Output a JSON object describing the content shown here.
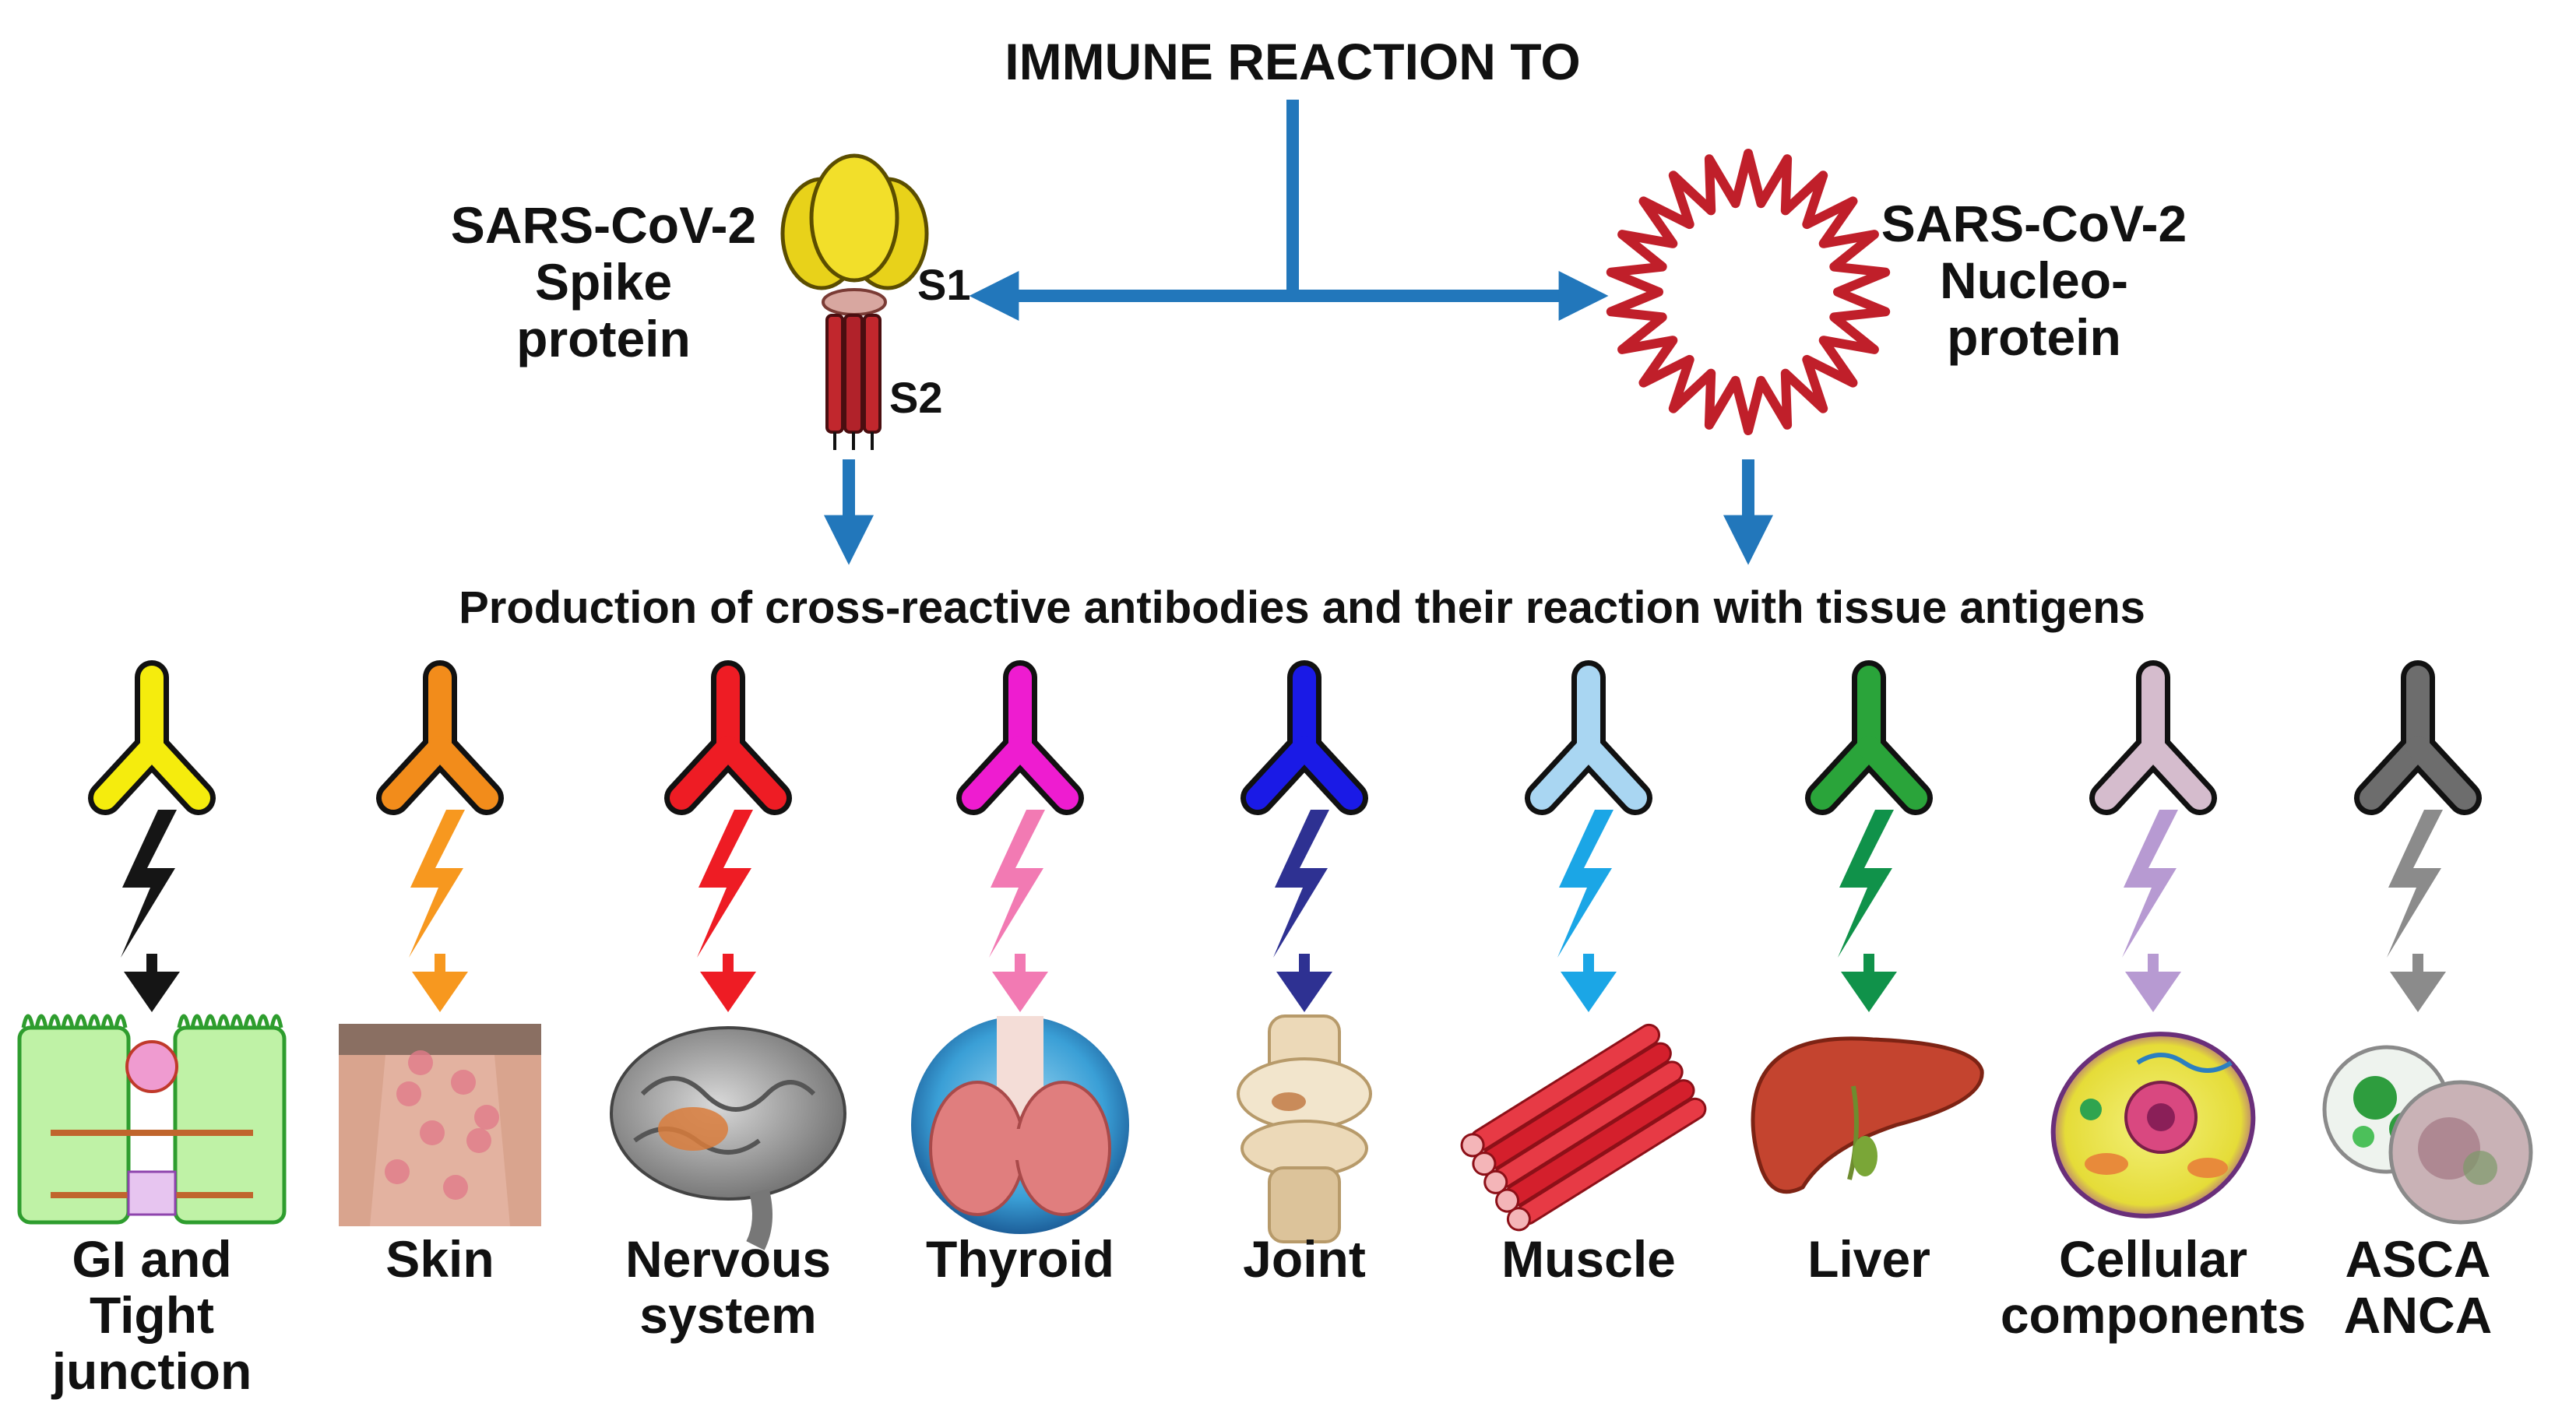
{
  "header": {
    "title": "IMMUNE REACTION TO"
  },
  "spike": {
    "name_lines": [
      "SARS-CoV-2",
      "Spike",
      "protein"
    ],
    "subunit_s1": "S1",
    "subunit_s2": "S2"
  },
  "nucleo": {
    "name_lines": [
      "SARS-CoV-2",
      "Nucleo-",
      "protein"
    ]
  },
  "production_text": "Production of cross-reactive antibodies and their reaction with tissue antigens",
  "colors": {
    "connector": "#2277bb",
    "spike_head": "#e8d21a",
    "spike_stalk": "#b8262b",
    "nucleo_ring": "#c01f2a"
  },
  "targets": [
    {
      "label_lines": [
        "GI and",
        "Tight",
        "junction"
      ],
      "antibody_color": "#f5ec0d",
      "bolt_color": "#151515",
      "arrow_color": "#151515",
      "icon": "gi-tight-junction-icon"
    },
    {
      "label_lines": [
        "Skin"
      ],
      "antibody_color": "#f28c1b",
      "bolt_color": "#f7981f",
      "arrow_color": "#f7981f",
      "icon": "skin-icon"
    },
    {
      "label_lines": [
        "Nervous",
        "system"
      ],
      "antibody_color": "#ee1c24",
      "bolt_color": "#ee1c24",
      "arrow_color": "#ee1c24",
      "icon": "brain-icon"
    },
    {
      "label_lines": [
        "Thyroid"
      ],
      "antibody_color": "#ee1cd0",
      "bolt_color": "#f27ab3",
      "arrow_color": "#f27ab3",
      "icon": "thyroid-icon"
    },
    {
      "label_lines": [
        "Joint"
      ],
      "antibody_color": "#1a1ae6",
      "bolt_color": "#2e3192",
      "arrow_color": "#2e3192",
      "icon": "joint-icon"
    },
    {
      "label_lines": [
        "Muscle"
      ],
      "antibody_color": "#a9d6f2",
      "bolt_color": "#1ba6e6",
      "arrow_color": "#1ba6e6",
      "icon": "muscle-icon"
    },
    {
      "label_lines": [
        "Liver"
      ],
      "antibody_color": "#2aa43a",
      "bolt_color": "#10924a",
      "arrow_color": "#10924a",
      "icon": "liver-icon"
    },
    {
      "label_lines": [
        "Cellular",
        "components"
      ],
      "antibody_color": "#d5bccd",
      "bolt_color": "#b79ad2",
      "arrow_color": "#b79ad2",
      "icon": "cell-icon"
    },
    {
      "label_lines": [
        "ASCA",
        "ANCA"
      ],
      "antibody_color": "#6d6d6d",
      "bolt_color": "#8b8b8b",
      "arrow_color": "#8b8b8b",
      "icon": "asca-anca-icon"
    }
  ]
}
